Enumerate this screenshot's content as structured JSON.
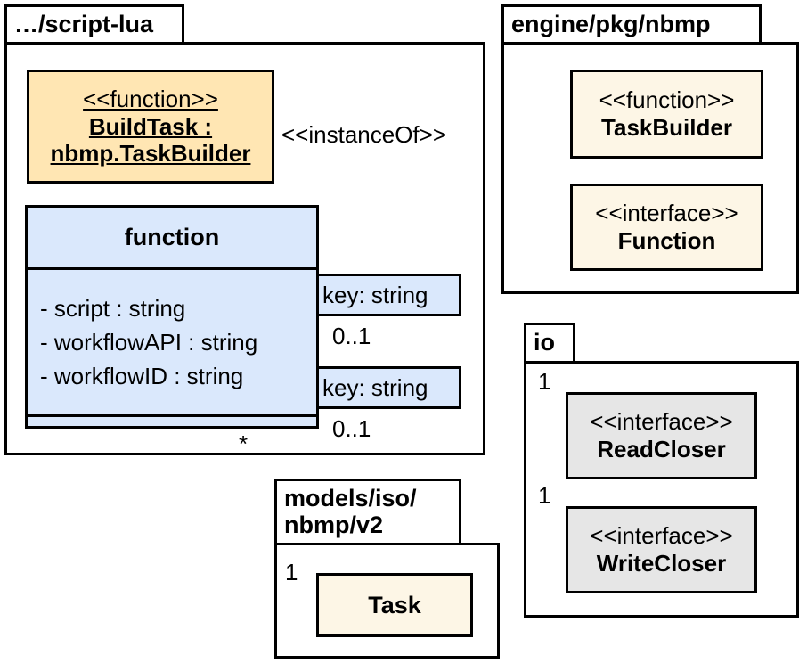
{
  "diagram": {
    "title": "UML package / class diagram",
    "colors": {
      "wheat": "#ffe6b3",
      "cream": "#fdf6e6",
      "blue": "#dae8fc",
      "grey": "#e6e6e6",
      "line": "#000000",
      "background": "#ffffff"
    }
  },
  "packages": [
    {
      "id": "script-lua",
      "label": "…/script-lua"
    },
    {
      "id": "engine-pkg-nbmp",
      "label": "engine/pkg/nbmp"
    },
    {
      "id": "io",
      "label": "io"
    },
    {
      "id": "models-iso-nbmp-v2",
      "label": "models/iso/\nnbmp/v2",
      "line1": "models/iso/",
      "line2": "nbmp/v2"
    }
  ],
  "classes": {
    "build_task": {
      "stereotype": "<<function>>",
      "name_line1": "BuildTask :",
      "name_line2": "nbmp.TaskBuilder",
      "fill": "#ffe6b3",
      "static": true
    },
    "function_class": {
      "name": "function",
      "fill": "#dae8fc",
      "attributes": [
        "- script : string",
        "- workflowAPI : string",
        "- workflowID : string"
      ]
    },
    "task_builder": {
      "stereotype": "<<function>>",
      "name": "TaskBuilder",
      "fill": "#fdf6e6"
    },
    "function_iface": {
      "stereotype": "<<interface>>",
      "name": "Function",
      "fill": "#fdf6e6"
    },
    "read_closer": {
      "stereotype": "<<interface>>",
      "name": "ReadCloser",
      "fill": "#e6e6e6"
    },
    "write_closer": {
      "stereotype": "<<interface>>",
      "name": "WriteCloser",
      "fill": "#e6e6e6"
    },
    "task": {
      "name": "Task",
      "fill": "#fdf6e6"
    }
  },
  "qualifiers": [
    {
      "id": "qual-read",
      "label": "key: string"
    },
    {
      "id": "qual-write",
      "label": "key: string"
    }
  ],
  "edge_labels": {
    "instance_of": "<<instanceOf>>",
    "mult_read_source": "0..1",
    "mult_write_source": "0..1",
    "mult_read_target": "1",
    "mult_write_target": "1",
    "mult_task_source": "*",
    "mult_task_target": "1"
  }
}
